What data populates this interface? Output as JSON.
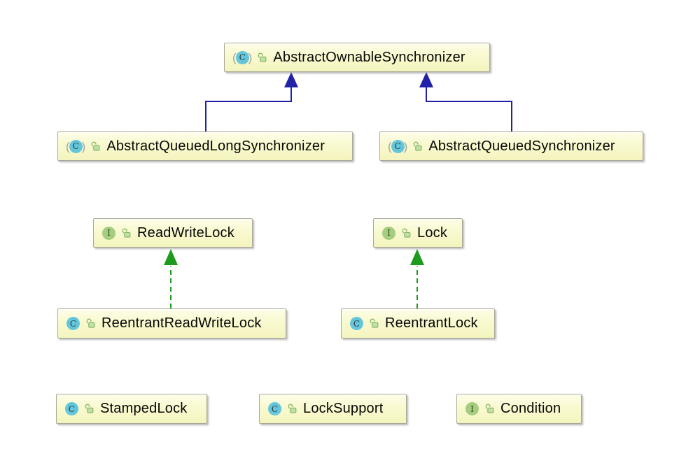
{
  "diagram_type": "uml-class-diagram",
  "colors": {
    "extends_arrow": "#2222A8",
    "implements_arrow": "#1E9A1E",
    "node_border": "#A9A998",
    "node_fill": "#F8F8CC",
    "class_icon_bg": "#63C6DB",
    "interface_icon_bg": "#A5CD80",
    "lock_icon_stroke": "#85B964",
    "lock_icon_fill": "#C3DFA9"
  },
  "icon_letters": {
    "class_letter": "C",
    "interface_letter": "I",
    "abstract_open": "(",
    "abstract_close": ")"
  },
  "nodes": [
    {
      "label": "AbstractOwnableSynchronizer",
      "type": "abstract class"
    },
    {
      "label": "AbstractQueuedLongSynchronizer",
      "type": "abstract class"
    },
    {
      "label": "AbstractQueuedSynchronizer",
      "type": "abstract class"
    },
    {
      "label": "ReadWriteLock",
      "type": "interface"
    },
    {
      "label": "Lock",
      "type": "interface"
    },
    {
      "label": "ReentrantReadWriteLock",
      "type": "class"
    },
    {
      "label": "ReentrantLock",
      "type": "class"
    },
    {
      "label": "StampedLock",
      "type": "class"
    },
    {
      "label": "LockSupport",
      "type": "class"
    },
    {
      "label": "Condition",
      "type": "interface"
    }
  ],
  "edges": [
    {
      "from": "AbstractQueuedLongSynchronizer",
      "to": "AbstractOwnableSynchronizer",
      "relation": "extends"
    },
    {
      "from": "AbstractQueuedSynchronizer",
      "to": "AbstractOwnableSynchronizer",
      "relation": "extends"
    },
    {
      "from": "ReentrantReadWriteLock",
      "to": "ReadWriteLock",
      "relation": "implements"
    },
    {
      "from": "ReentrantLock",
      "to": "Lock",
      "relation": "implements"
    }
  ]
}
